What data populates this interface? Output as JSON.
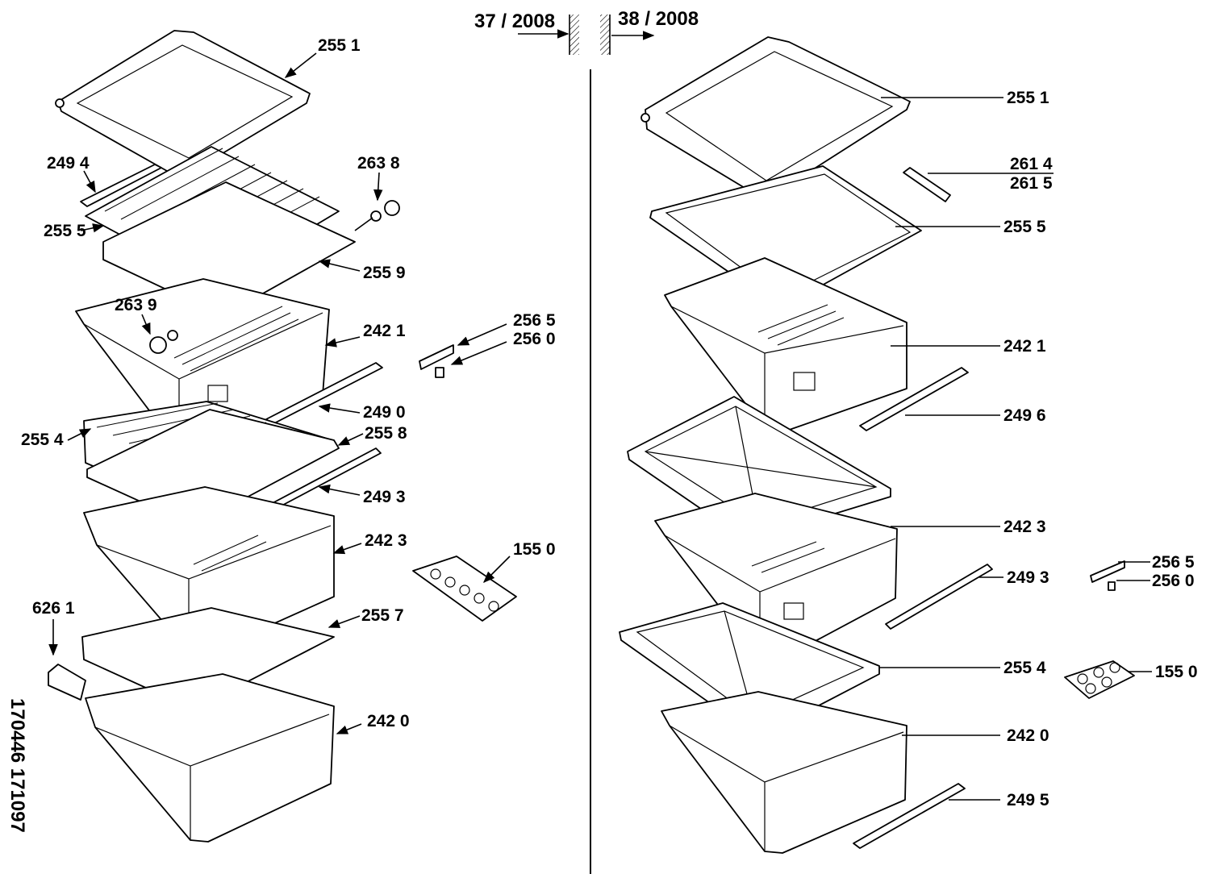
{
  "header": {
    "left_date": "37 / 2008",
    "right_date": "38 / 2008"
  },
  "side_code": "170446 171097",
  "left_labels": {
    "l2551": "255 1",
    "l2494": "249 4",
    "l2638": "263 8",
    "l2555": "255 5",
    "l2559": "255 9",
    "l2639": "263 9",
    "l2565": "256 5",
    "l2560": "256 0",
    "l2421": "242 1",
    "l2490": "249 0",
    "l2554": "255 4",
    "l2558": "255 8",
    "l2493": "249 3",
    "l2423": "242 3",
    "l1550": "155 0",
    "l6261": "626 1",
    "l2557": "255 7",
    "l2420": "242 0"
  },
  "right_labels": {
    "r2551": "255 1",
    "r2614": "261 4",
    "r2615": "261 5",
    "r2555": "255 5",
    "r2421": "242 1",
    "r2496": "249 6",
    "r2423": "242 3",
    "r2565": "256 5",
    "r2493": "249 3",
    "r2560": "256 0",
    "r2554": "255 4",
    "r1550": "155 0",
    "r2420": "242 0",
    "r2495": "249 5"
  }
}
